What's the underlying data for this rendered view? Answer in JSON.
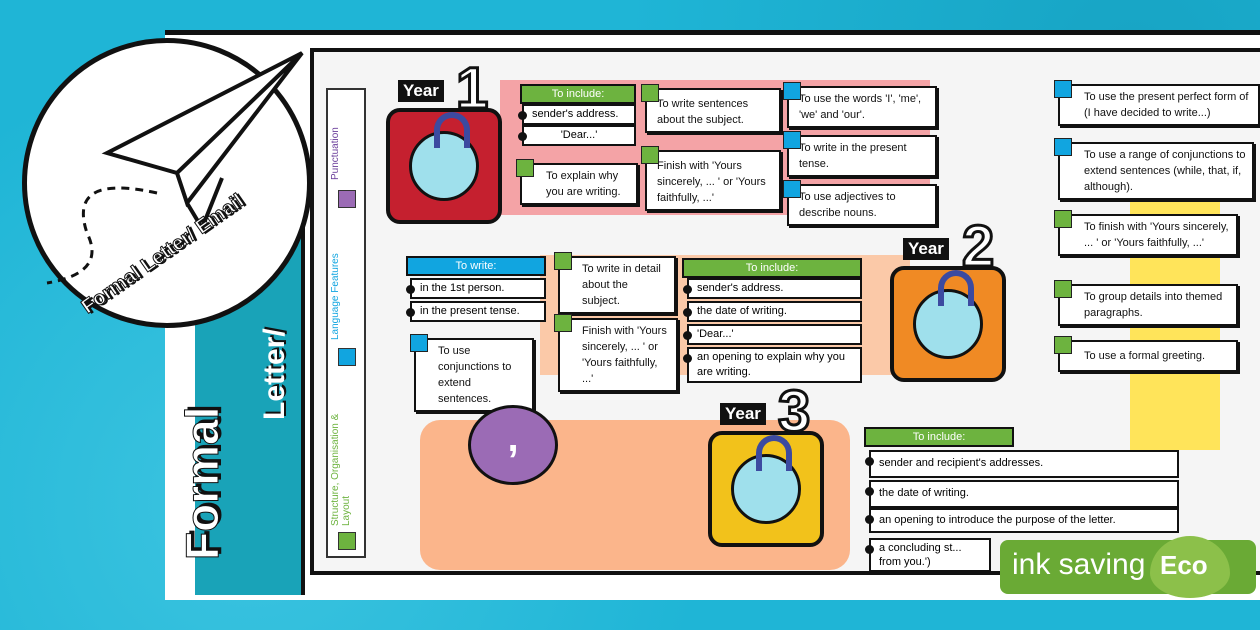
{
  "title": "Formal Letter/ Email",
  "vertical_title": "Formal",
  "vertical_subtitle": "Letter/",
  "legend": {
    "punctuation": "Punctuation",
    "language": "Language Features",
    "structure": "Structure, Organisation & Layout",
    "colors": {
      "punctuation": "#9b6bb5",
      "language": "#11a5e0",
      "structure": "#6db33f"
    }
  },
  "year_label": "Year",
  "year1": {
    "num": "1",
    "header": "To include:",
    "rows": [
      "sender's address.",
      "'Dear...'"
    ],
    "boxes": [
      "To explain why you are writing.",
      "To write sentences about the subject.",
      "Finish with 'Yours sincerely, ... ' or 'Yours faithfully, ...'",
      "To use the words 'I', 'me', 'we' and 'our'.",
      "To write in the present tense.",
      "To use adjectives to describe nouns."
    ]
  },
  "year2": {
    "num": "2",
    "write_header": "To write:",
    "write_rows": [
      "in the 1st person.",
      "in the present tense."
    ],
    "boxes": [
      "To write in detail about the subject.",
      "Finish with 'Yours sincerely, ... ' or 'Yours faithfully, ...'",
      "To use conjunctions to extend sentences."
    ],
    "header": "To include:",
    "rows": [
      "sender's address.",
      "the date of writing.",
      "'Dear...'",
      "an opening to explain why you are writing."
    ]
  },
  "right_boxes": [
    "To use the present perfect form of (I have decided to write...)",
    "To use a range of conjunctions to extend sentences (while, that, if, although).",
    "To finish with 'Yours sincerely, ... ' or 'Yours faithfully, ...'",
    "To group details into themed paragraphs.",
    "To use a formal greeting."
  ],
  "year3": {
    "num": "3",
    "header": "To include:",
    "rows": [
      "sender and recipient's addresses.",
      "the date of writing.",
      "an opening to introduce the purpose of the letter.",
      "a concluding st... from you.')"
    ]
  },
  "comma": ",",
  "eco": {
    "text": "ink saving",
    "badge": "Eco"
  }
}
